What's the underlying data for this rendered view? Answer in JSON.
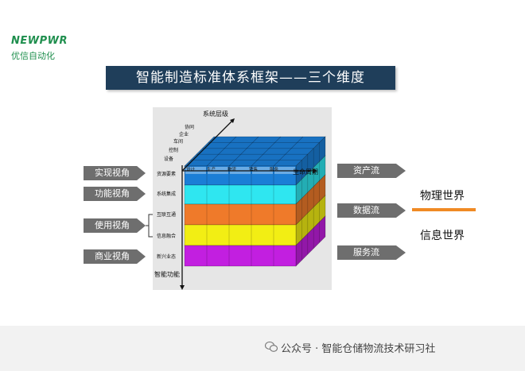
{
  "logo": {
    "brand": "NEWPWR",
    "subtitle": "优信自动化"
  },
  "title": "智能制造标准体系框架——三个维度",
  "views": [
    "实现视角",
    "功能视角",
    "使用视角",
    "商业视角"
  ],
  "flows": [
    "资产流",
    "数据流",
    "服务流"
  ],
  "worlds": {
    "physical": "物理世界",
    "information": "信息世界"
  },
  "colors": {
    "brand": "#1f8f4e",
    "title_bg": "#1f3e5a",
    "tag_bg": "#6e6e6e",
    "divider": "#f08a24"
  },
  "diagram": {
    "axis_levels_title": "系统层级",
    "levels": [
      "协同",
      "企业",
      "车间",
      "控制",
      "设备"
    ],
    "axis_lifecycle_title": "生命周期",
    "lifecycle": [
      "设计",
      "生产",
      "物流",
      "销售",
      "服务"
    ],
    "axis_function_title": "智能功能",
    "functions": [
      "资源要素",
      "系统集成",
      "互联互通",
      "信息融合",
      "新兴业态"
    ],
    "layer_colors": [
      "#1b7ed6",
      "#2fe6f0",
      "#ef7a2a",
      "#f2ee14",
      "#c21fe0"
    ]
  },
  "footer": {
    "text": "公众号 · 智能仓储物流技术研习社"
  }
}
